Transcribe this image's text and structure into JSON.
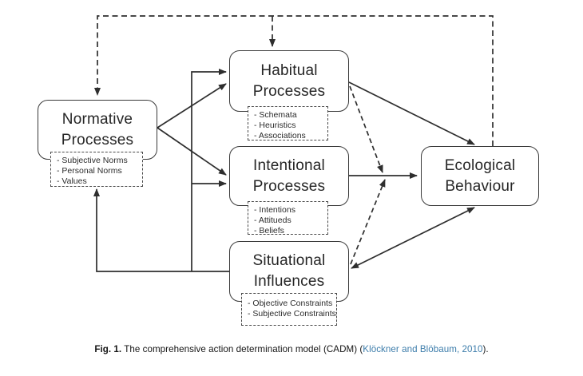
{
  "diagram": {
    "nodes": {
      "normative": {
        "line1": "Normative",
        "line2": "Processes",
        "items": [
          "- Subjective Norms",
          "- Personal Norms",
          "- Values"
        ]
      },
      "habitual": {
        "line1": "Habitual",
        "line2": "Processes",
        "items": [
          "- Schemata",
          "- Heuristics",
          "- Associations"
        ]
      },
      "intentional": {
        "line1": "Intentional",
        "line2": "Processes",
        "items": [
          "- Intentions",
          "- Attitueds",
          "- Beliefs"
        ]
      },
      "situational": {
        "line1": "Situational",
        "line2": "Influences",
        "items": [
          "- Objective Constraints",
          "- Subjective Constraints"
        ]
      },
      "ecological": {
        "line1": "Ecological",
        "line2": "Behaviour"
      }
    },
    "edges": [
      {
        "from": "normative",
        "to": "habitual",
        "style": "solid",
        "type": "direct"
      },
      {
        "from": "normative",
        "to": "intentional",
        "style": "solid",
        "type": "direct"
      },
      {
        "from": "situational",
        "to": "habitual",
        "style": "solid",
        "type": "direct"
      },
      {
        "from": "situational",
        "to": "intentional",
        "style": "solid",
        "type": "direct"
      },
      {
        "from": "situational",
        "to": "normative",
        "style": "solid",
        "type": "direct"
      },
      {
        "from": "habitual",
        "to": "ecological",
        "style": "solid",
        "type": "direct"
      },
      {
        "from": "intentional",
        "to": "ecological",
        "style": "solid",
        "type": "direct"
      },
      {
        "from": "situational",
        "to": "ecological",
        "style": "solid",
        "type": "direct",
        "bidirectional": true
      },
      {
        "from": "ecological",
        "to": "normative",
        "style": "dashed",
        "type": "feedback"
      },
      {
        "from": "ecological",
        "to": "habitual",
        "style": "dashed",
        "type": "feedback"
      },
      {
        "from": "habitual",
        "to": "intentional-ecological-arrow",
        "style": "dashed",
        "type": "moderation"
      },
      {
        "from": "situational",
        "to": "intentional-ecological-arrow",
        "style": "dashed",
        "type": "moderation"
      }
    ],
    "colors": {
      "line": "#2e2e2e",
      "box_border": "#3a3a3a",
      "text": "#262626",
      "link": "#3d7dab",
      "background": "#ffffff"
    }
  },
  "caption": {
    "fig_label": "Fig. 1.",
    "body": " The comprehensive action determination model (CADM) (",
    "link": "Klöckner and Blöbaum, 2010",
    "suffix": ")."
  }
}
